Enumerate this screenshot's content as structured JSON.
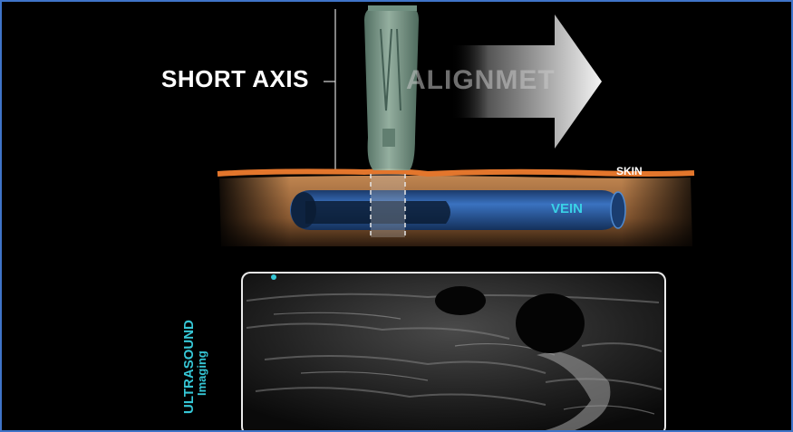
{
  "labels": {
    "short_axis": "SHORT AXIS",
    "alignment": "ALIGNMET",
    "skin": "SKIN",
    "vein": "VEIN",
    "ultrasound_line1": "ULTRASOUND",
    "ultrasound_line2": "Imaging"
  },
  "colors": {
    "frame_border": "#3f74c8",
    "skin_line": "#e3762c",
    "tissue": "#a8703f",
    "vein": "#2b5aa0",
    "probe": "#8fb3a0",
    "label_cyan": "#36c7d6"
  },
  "icons": [
    "ultrasound-probe-icon",
    "arrow-right-icon"
  ]
}
